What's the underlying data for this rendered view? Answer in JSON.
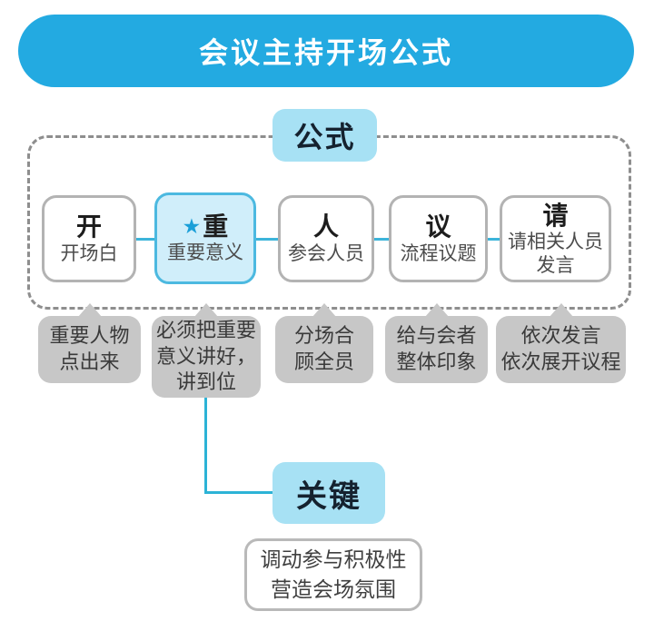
{
  "header": {
    "title": "会议主持开场公式"
  },
  "formula": {
    "label": "公式",
    "nodes": [
      {
        "key": "开",
        "desc": "开场白"
      },
      {
        "key": "重",
        "desc": "重要意义",
        "star": "★"
      },
      {
        "key": "人",
        "desc": "参会人员"
      },
      {
        "key": "议",
        "desc": "流程议题"
      },
      {
        "key": "请",
        "desc": "请相关人员\n发言"
      }
    ],
    "notes": [
      "重要人物\n点出来",
      "必须把重要\n意义讲好，\n讲到位",
      "分场合\n顾全员",
      "给与会者\n整体印象",
      "依次发言\n依次展开议程"
    ]
  },
  "key": {
    "label": "关键",
    "note": "调动参与积极性\n营造会场氛围"
  },
  "colors": {
    "banner_blue": "#23aae1",
    "label_light_blue": "#a7e1f4",
    "highlight_fill": "#d0eefa",
    "highlight_border": "#4cb9e0",
    "connector_cyan": "#2cb3d6",
    "bubble_gray": "#c7c7c7",
    "dashed_gray": "#8e8e8e",
    "star_blue": "#1a9fd8"
  }
}
